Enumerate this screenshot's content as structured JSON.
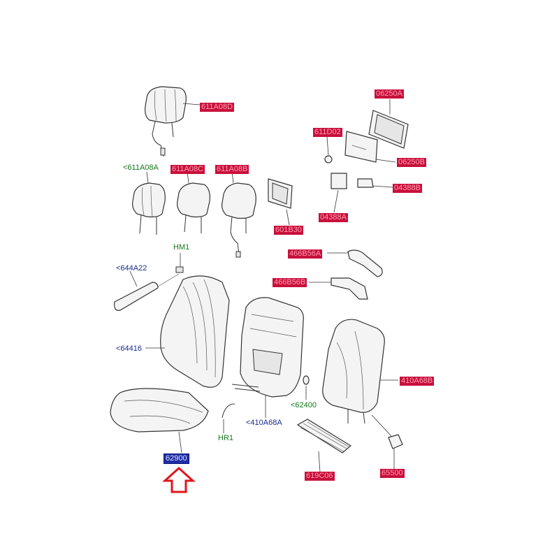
{
  "labels": {
    "headrest_top": "611A08D",
    "headrest_a": "<611A08A",
    "headrest_c": "611A08C",
    "headrest_b": "611A08B",
    "frame_06250a": "06250A",
    "clip_611d02": "611D02",
    "panel_06250b": "06250B",
    "part_04388b": "04388B",
    "part_04388a": "04388A",
    "guide_601b30": "601B30",
    "hm1": "HM1",
    "part_644a22": "<644A22",
    "trim_466b56a": "466B56A",
    "trim_466b56b": "466B56B",
    "cover_64416": "<64416",
    "back_410a68b": "410A68B",
    "cushion_62900": "62900",
    "back_410a68a": "<410A68A",
    "part_62400": "<62400",
    "hr1": "HR1",
    "mesh_619c06": "619C06",
    "part_65500": "65500"
  },
  "colors": {
    "red_label": "#c8103c",
    "blue_label": "#1f2ea3",
    "green_label": "#117a1a",
    "navy_label": "#1c2a8c",
    "arrow": "#e0161b"
  }
}
